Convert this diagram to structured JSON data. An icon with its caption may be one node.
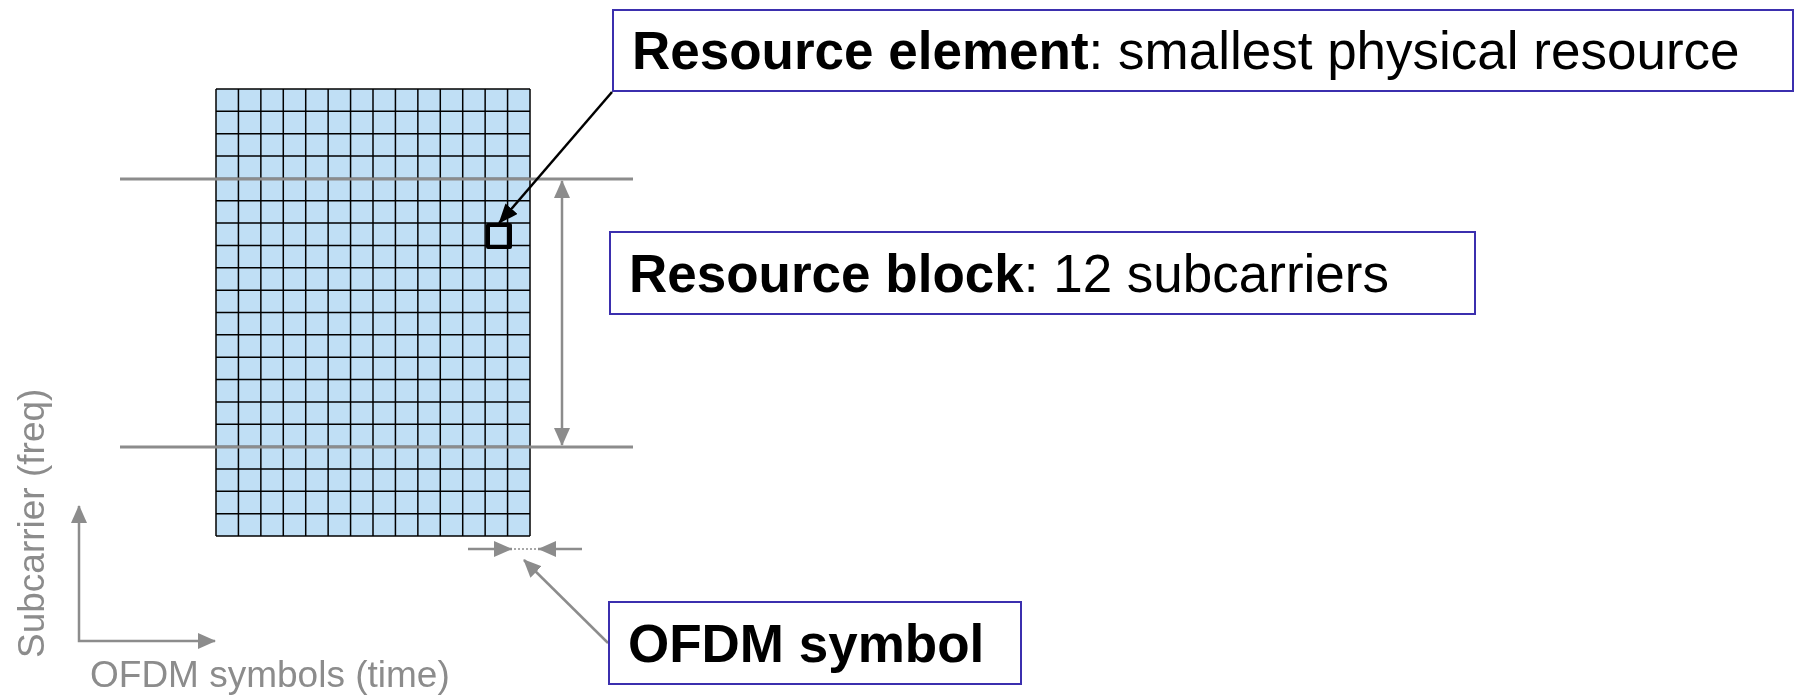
{
  "diagram": {
    "nodes": [
      {
        "text": [
          "**Resource element**: smallest physical resource"
        ]
      },
      {
        "text": [],
        "shape": "box"
      },
      {
        "text": [
          "**Resource block**: 12 subcarriers"
        ]
      },
      {
        "text": [],
        "shape": "bar"
      },
      {
        "text": [
          "OFDM symbol"
        ]
      }
    ],
    "edges": [
      {
        "from": 0,
        "to": 1,
        "arrow": "to"
      },
      {
        "from": 4,
        "to": 3,
        "arrow": "to",
        "color": "#8c8c8c"
      }
    ],
    "labels": [
      "Subcarrier (freq)",
      "OFDM symbols (time)"
    ]
  }
}
